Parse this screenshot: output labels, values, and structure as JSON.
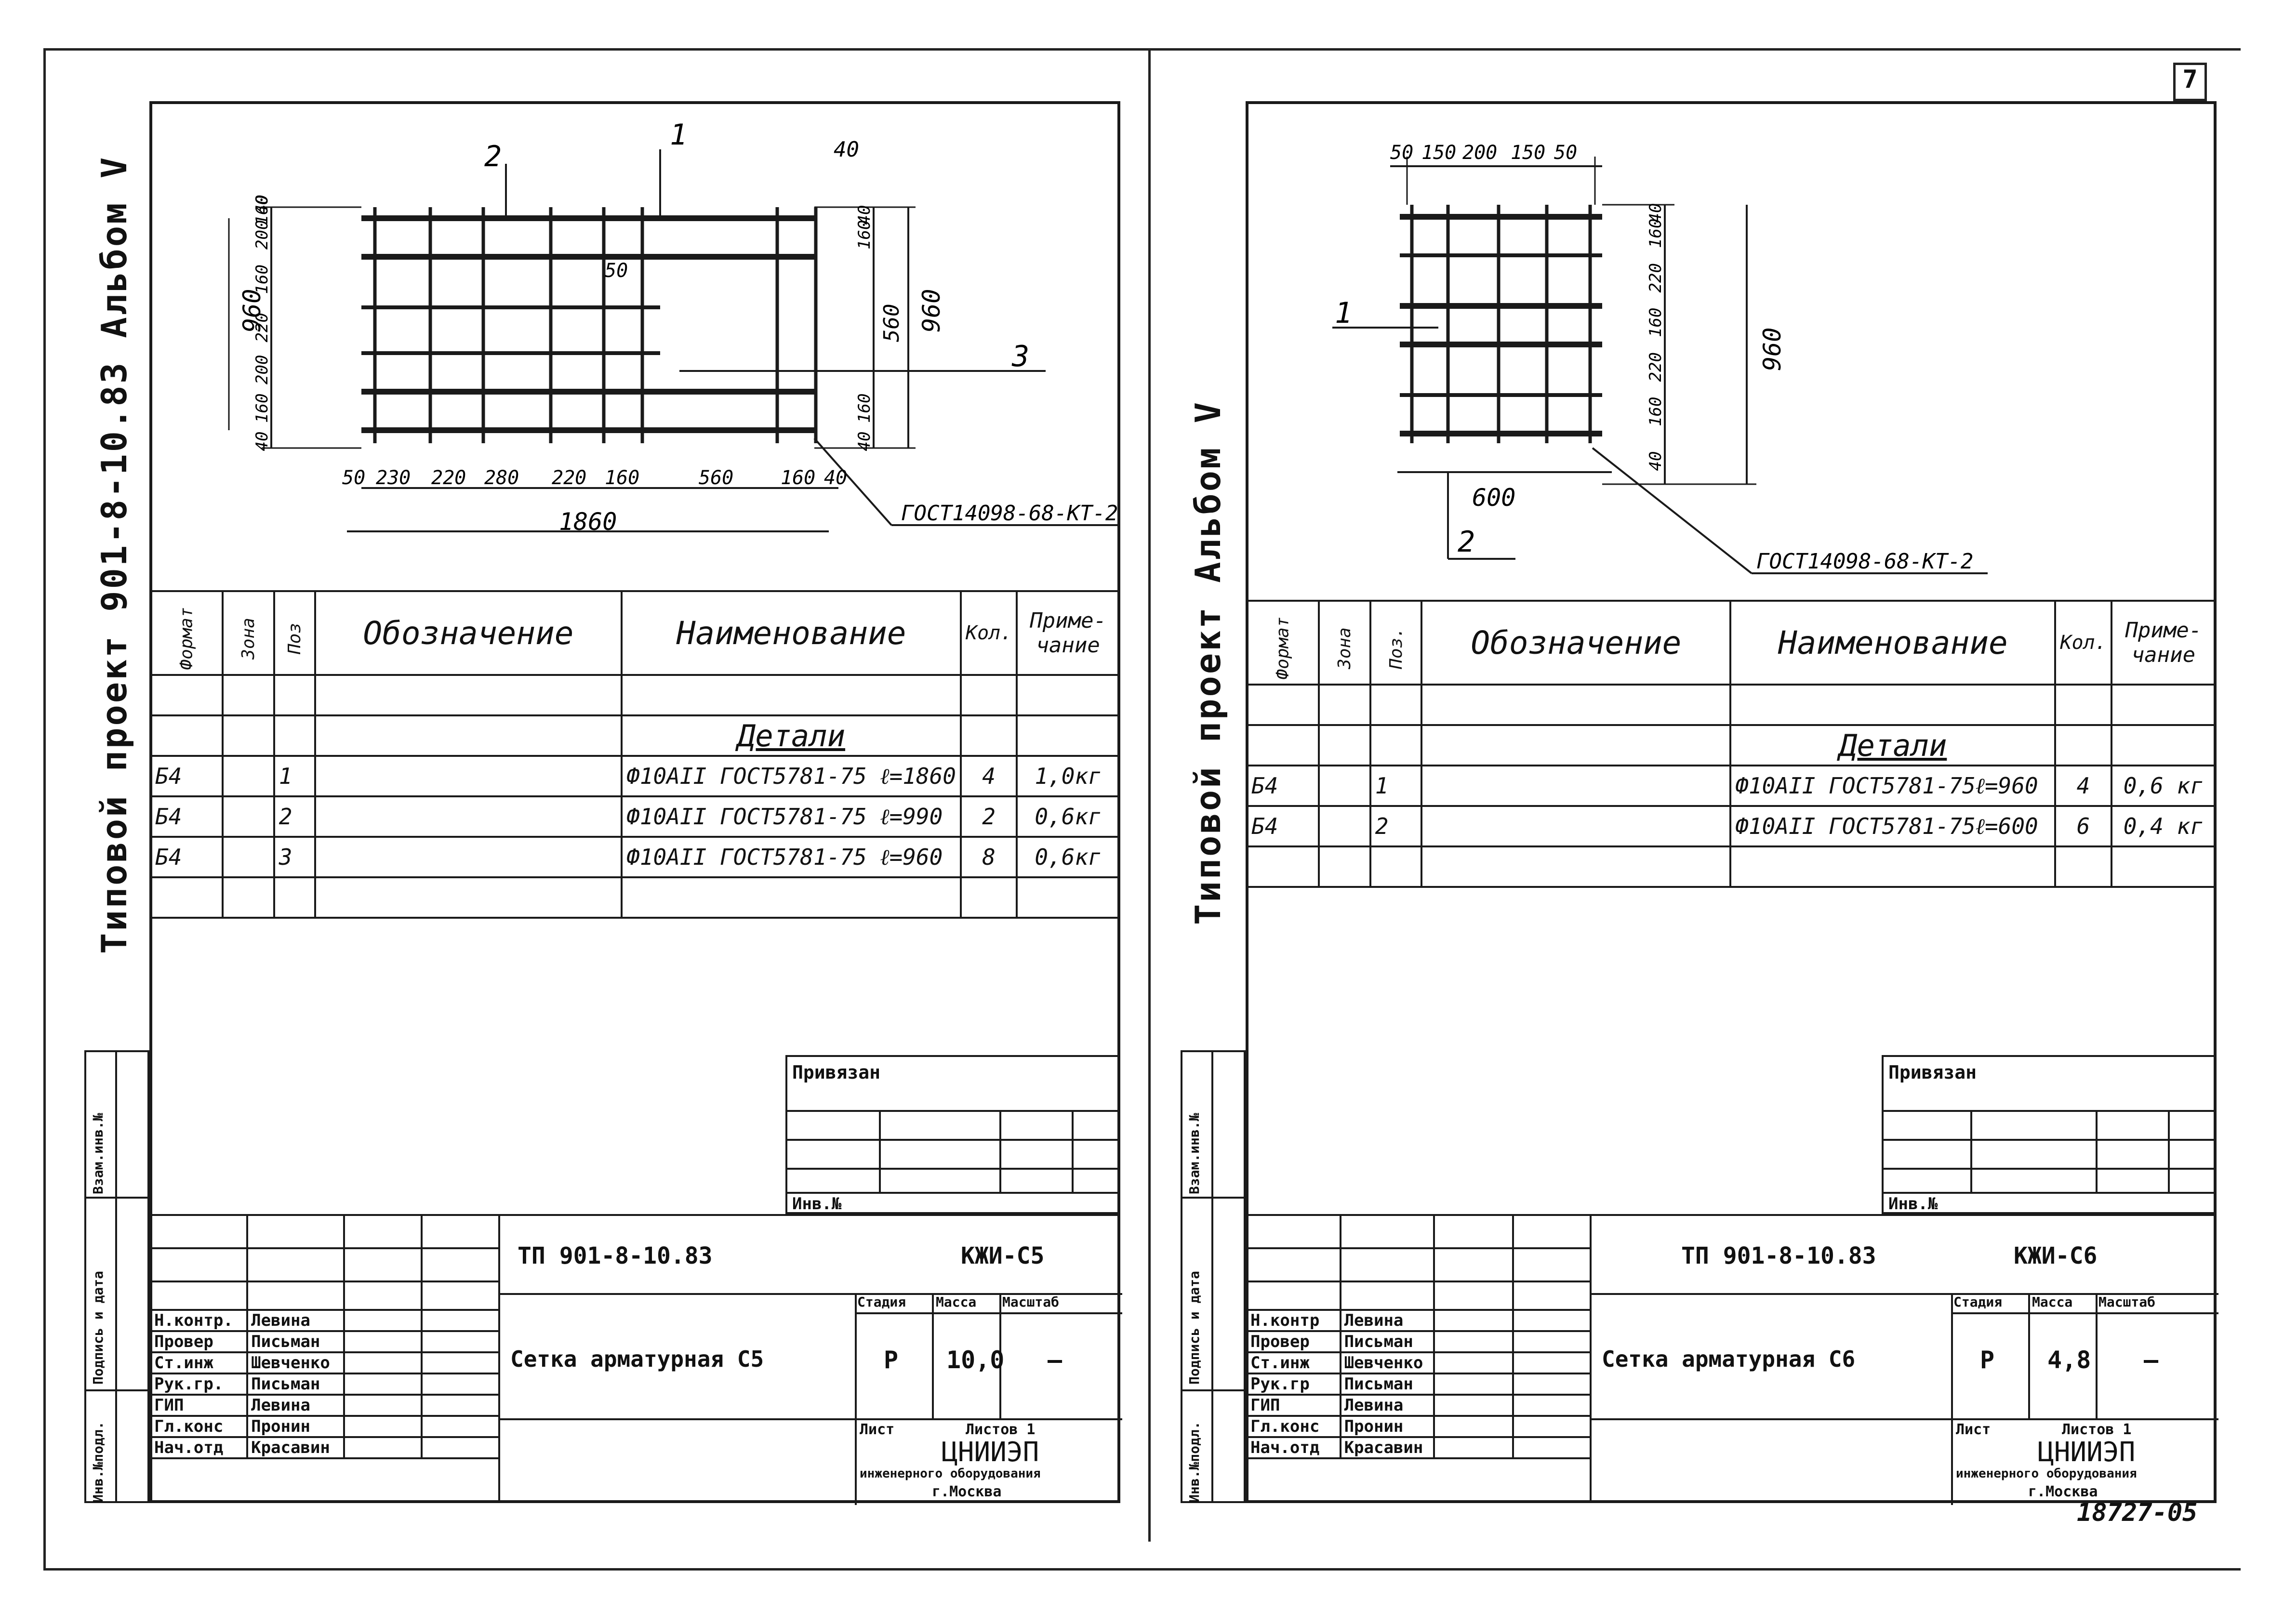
{
  "corner_sheet_number": "7",
  "archive_number": "18727-05",
  "left": {
    "side_title": "Типовой проект 901-8-10.83 Альбом V",
    "drawing": {
      "pos_labels": [
        "2",
        "1",
        "3"
      ],
      "top_dims": [
        "40"
      ],
      "bottom_dims": [
        "50",
        "230",
        "220",
        "280",
        "220",
        "160",
        "560",
        "160",
        "40"
      ],
      "overall_length": "1860",
      "left_dims": [
        "40",
        "160",
        "200",
        "220",
        "160",
        "200",
        "160",
        "40"
      ],
      "left_overall": "960",
      "right_dims": [
        "40",
        "160",
        "560",
        "160",
        "40"
      ],
      "right_overall": "960",
      "inner_dim": "50",
      "gost_note": "ГОСТ14098-68-КТ-2"
    },
    "spec": {
      "headers": {
        "format": "Формат",
        "zone": "Зона",
        "pos": "Поз",
        "designation": "Обозначение",
        "name": "Наименование",
        "qty": "Кол.",
        "note": "Приме-чание"
      },
      "section": "Детали",
      "rows": [
        {
          "format": "Б4",
          "pos": "1",
          "name": "Ф10АII ГОСТ5781-75 ℓ=1860",
          "qty": "4",
          "note": "1,0кг"
        },
        {
          "format": "Б4",
          "pos": "2",
          "name": "Ф10АII ГОСТ5781-75 ℓ=990",
          "qty": "2",
          "note": "0,6кг"
        },
        {
          "format": "Б4",
          "pos": "3",
          "name": "Ф10АII ГОСТ5781-75 ℓ=960",
          "qty": "8",
          "note": "0,6кг"
        }
      ]
    },
    "privyazan": "Привязан",
    "inv_no": "Инв.№",
    "side_stamp": [
      "Инв.№подл.",
      "Подпись и дата",
      "Взам.инв.№"
    ],
    "title_block": {
      "code": "ТП 901-8-10.83",
      "mark": "КЖИ-С5",
      "title": "Сетка арматурная С5",
      "stage_label": "Стадия",
      "mass_label": "Масса",
      "scale_label": "Масштаб",
      "stage": "Р",
      "mass": "10,0",
      "scale": "—",
      "sheet_label": "Лист",
      "sheets_label": "Листов 1",
      "org": "ЦНИИЭП",
      "org_sub": "инженерного оборудования",
      "city": "г.Москва",
      "staff": [
        {
          "role": "Н.контр.",
          "name": "Левина"
        },
        {
          "role": "Провер",
          "name": "Письман"
        },
        {
          "role": "Ст.инж",
          "name": "Шевченко"
        },
        {
          "role": "Рук.гр.",
          "name": "Письман"
        },
        {
          "role": "ГИП",
          "name": "Левина"
        },
        {
          "role": "Гл.конс",
          "name": "Пронин"
        },
        {
          "role": "Нач.отд",
          "name": "Красавин"
        }
      ]
    }
  },
  "right": {
    "side_title": "Типовой проект Альбом V",
    "drawing": {
      "pos_labels": [
        "1",
        "2"
      ],
      "top_dims": [
        "50",
        "150",
        "200",
        "150",
        "50"
      ],
      "bottom_width": "600",
      "right_dims": [
        "40",
        "160",
        "220",
        "160",
        "220",
        "160",
        "40"
      ],
      "right_overall": "960",
      "gost_note": "ГОСТ14098-68-КТ-2"
    },
    "spec": {
      "headers": {
        "format": "Формат",
        "zone": "Зона",
        "pos": "Поз.",
        "designation": "Обозначение",
        "name": "Наименование",
        "qty": "Кол.",
        "note": "Приме-чание"
      },
      "section": "Детали",
      "rows": [
        {
          "format": "Б4",
          "pos": "1",
          "name": "Ф10АII ГОСТ5781-75ℓ=960",
          "qty": "4",
          "note": "0,6 кг"
        },
        {
          "format": "Б4",
          "pos": "2",
          "name": "Ф10АII ГОСТ5781-75ℓ=600",
          "qty": "6",
          "note": "0,4 кг"
        }
      ]
    },
    "privyazan": "Привязан",
    "inv_no": "Инв.№",
    "side_stamp": [
      "Инв.№подл.",
      "Подпись и дата",
      "Взам.инв.№"
    ],
    "title_block": {
      "code": "ТП 901-8-10.83",
      "mark": "КЖИ-С6",
      "title": "Сетка арматурная С6",
      "stage_label": "Стадия",
      "mass_label": "Масса",
      "scale_label": "Масштаб",
      "stage": "Р",
      "mass": "4,8",
      "scale": "—",
      "sheet_label": "Лист",
      "sheets_label": "Листов 1",
      "org": "ЦНИИЭП",
      "org_sub": "инженерного оборудования",
      "city": "г.Москва",
      "staff": [
        {
          "role": "Н.контр",
          "name": "Левина"
        },
        {
          "role": "Провер",
          "name": "Письман"
        },
        {
          "role": "Ст.инж",
          "name": "Шевченко"
        },
        {
          "role": "Рук.гр",
          "name": "Письман"
        },
        {
          "role": "ГИП",
          "name": "Левина"
        },
        {
          "role": "Гл.конс",
          "name": "Пронин"
        },
        {
          "role": "Нач.отд",
          "name": "Красавин"
        }
      ]
    }
  }
}
